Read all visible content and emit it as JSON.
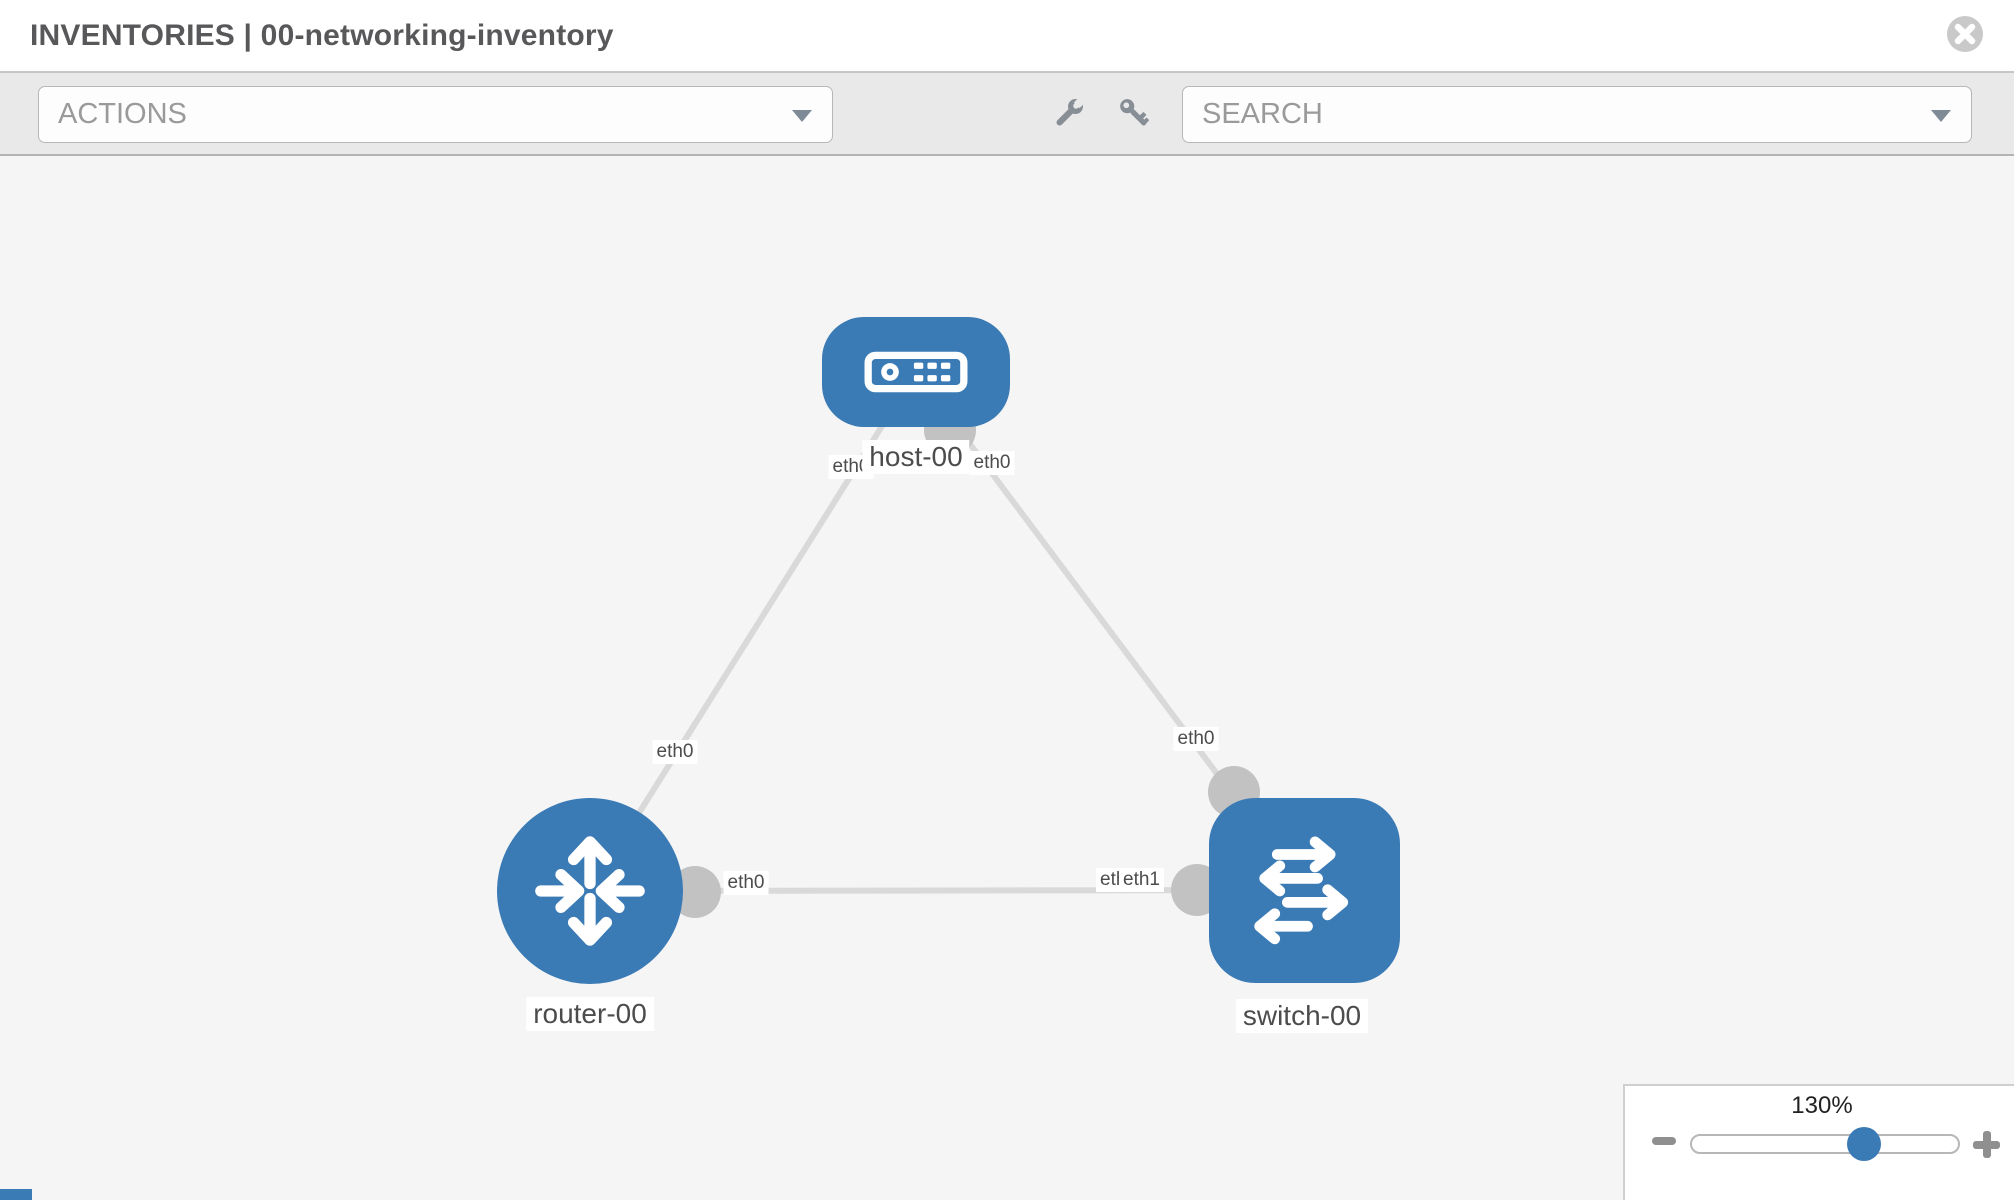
{
  "header": {
    "title": "INVENTORIES | 00-networking-inventory"
  },
  "toolbar": {
    "actions_label": "ACTIONS",
    "search_placeholder": "SEARCH",
    "icons": [
      "wrench-icon",
      "key-icon"
    ]
  },
  "topology": {
    "nodes": [
      {
        "id": "host-00",
        "type": "host",
        "label": "host-00"
      },
      {
        "id": "router-00",
        "type": "router",
        "label": "router-00"
      },
      {
        "id": "switch-00",
        "type": "switch",
        "label": "switch-00"
      }
    ],
    "links": [
      {
        "from": "host-00",
        "from_if": "eth0",
        "to": "router-00",
        "to_if": "eth0"
      },
      {
        "from": "host-00",
        "from_if": "eth0",
        "to": "switch-00",
        "to_if": "eth0"
      },
      {
        "from": "router-00",
        "from_if": "eth0",
        "to": "switch-00",
        "to_if": "eth1"
      }
    ],
    "interface_labels": {
      "host_left": "eth0",
      "host_right": "eth0",
      "router_top": "eth0",
      "router_right": "eth0",
      "switch_top": "eth0",
      "switch_left_under": "eth0",
      "switch_left_over": "eth1"
    }
  },
  "zoom_control": {
    "value": "130%"
  },
  "colors": {
    "node_blue": "#3a7ab5",
    "edge_gray": "#d9d9d9",
    "connector_gray": "#c2c2c2",
    "canvas_bg": "#f5f5f5",
    "toolbar_bg": "#e9e9e9",
    "label_text": "#4c4c4c",
    "icon_gray": "#878e96"
  }
}
